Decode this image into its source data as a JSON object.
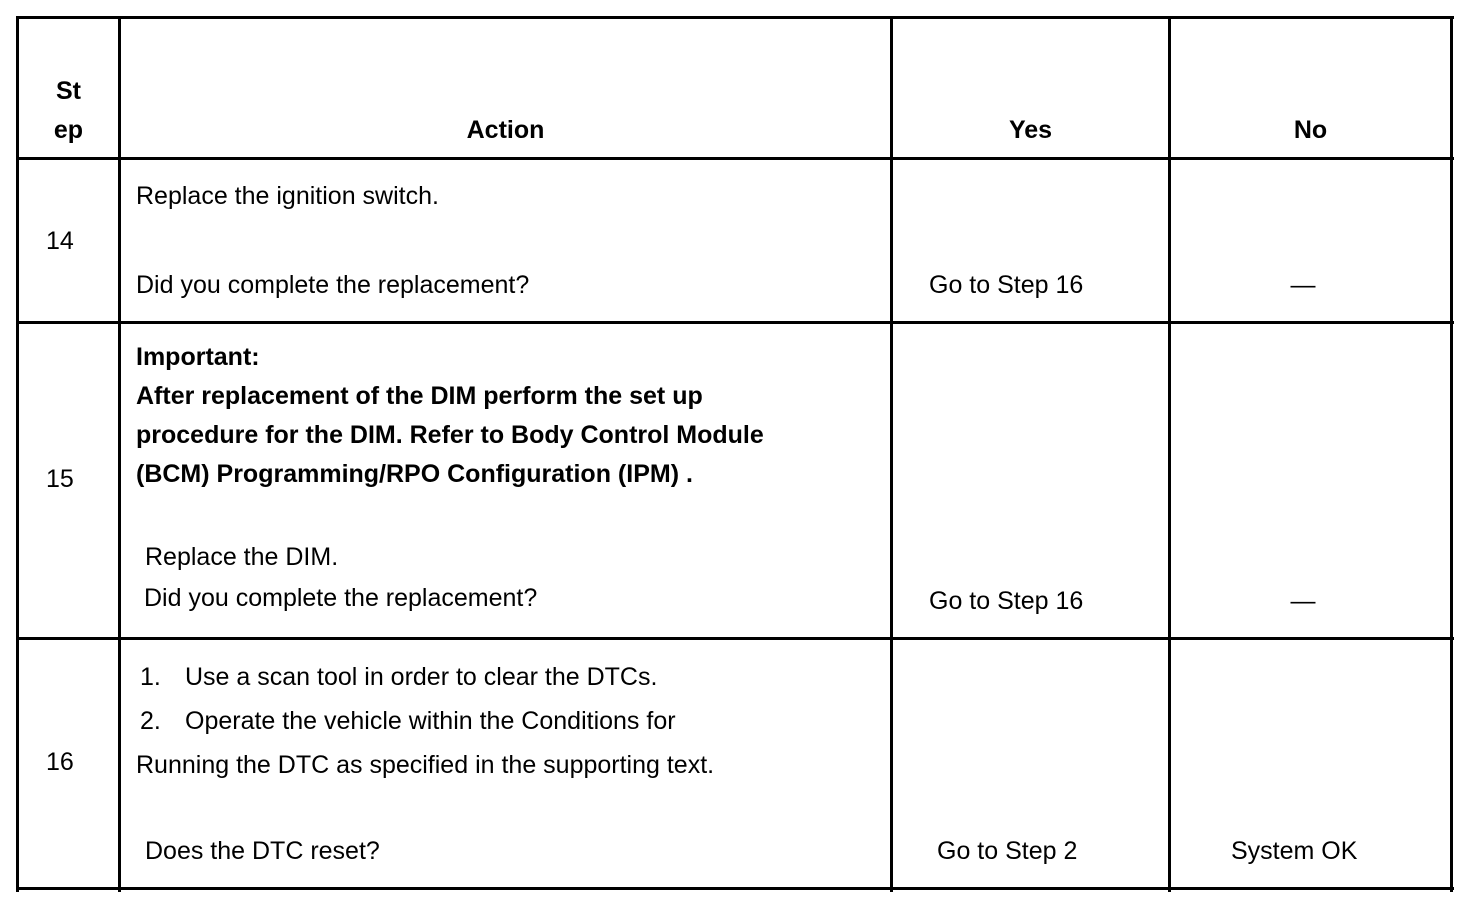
{
  "header": {
    "step_line1": "St",
    "step_line2": "ep",
    "action": "Action",
    "yes": "Yes",
    "no": "No"
  },
  "rows": [
    {
      "step": "14",
      "action_line1": "Replace the ignition switch.",
      "question": "Did you complete the replacement?",
      "yes": "Go to Step 16",
      "no": "—"
    },
    {
      "step": "15",
      "important_title": "Important:",
      "important_lines": [
        "After replacement of the DIM perform the set up",
        "procedure for the DIM. Refer to Body Control Module",
        "(BCM) Programming/RPO Configuration (IPM) ."
      ],
      "action_line1": "Replace the DIM.",
      "question": "Did you complete the replacement?",
      "yes": "Go to Step 16",
      "no": "—"
    },
    {
      "step": "16",
      "list": [
        {
          "num": "1.",
          "text": "Use a scan tool in order to clear the DTCs."
        },
        {
          "num": "2.",
          "text": "Operate the vehicle within the Conditions for"
        }
      ],
      "continuation": "Running the DTC as specified in the supporting text.",
      "question": "Does the DTC reset?",
      "yes": "Go to Step 2",
      "no": "System OK"
    }
  ]
}
